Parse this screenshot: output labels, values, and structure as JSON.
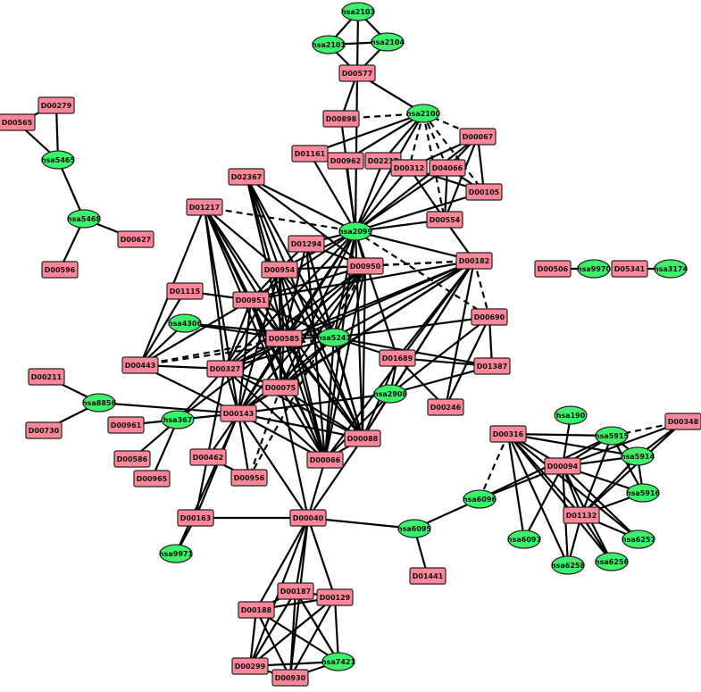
{
  "nodes": [
    {
      "id": "hsa2103",
      "type": "gene"
    },
    {
      "id": "hsa2101",
      "type": "gene"
    },
    {
      "id": "hsa2104",
      "type": "gene"
    },
    {
      "id": "D00577",
      "type": "drug"
    },
    {
      "id": "hsa2100",
      "type": "gene"
    },
    {
      "id": "D00898",
      "type": "drug"
    },
    {
      "id": "D00067",
      "type": "drug"
    },
    {
      "id": "D01161",
      "type": "drug"
    },
    {
      "id": "D00962",
      "type": "drug"
    },
    {
      "id": "D02217",
      "type": "drug"
    },
    {
      "id": "D00312",
      "type": "drug"
    },
    {
      "id": "D04066",
      "type": "drug"
    },
    {
      "id": "D00105",
      "type": "drug"
    },
    {
      "id": "D02367",
      "type": "drug"
    },
    {
      "id": "D01217",
      "type": "drug"
    },
    {
      "id": "D00554",
      "type": "drug"
    },
    {
      "id": "hsa2099",
      "type": "gene"
    },
    {
      "id": "D01294",
      "type": "drug"
    },
    {
      "id": "D00182",
      "type": "drug"
    },
    {
      "id": "D00954",
      "type": "drug"
    },
    {
      "id": "D00950",
      "type": "drug"
    },
    {
      "id": "D00279",
      "type": "drug"
    },
    {
      "id": "D00565",
      "type": "drug"
    },
    {
      "id": "hsa5465",
      "type": "gene"
    },
    {
      "id": "hsa5468",
      "type": "gene"
    },
    {
      "id": "D00627",
      "type": "drug"
    },
    {
      "id": "D00596",
      "type": "drug"
    },
    {
      "id": "D00506",
      "type": "drug"
    },
    {
      "id": "hsa9970",
      "type": "gene"
    },
    {
      "id": "D05341",
      "type": "drug"
    },
    {
      "id": "hsa3174",
      "type": "gene"
    },
    {
      "id": "D01115",
      "type": "drug"
    },
    {
      "id": "D00951",
      "type": "drug"
    },
    {
      "id": "hsa4306",
      "type": "gene"
    },
    {
      "id": "D00690",
      "type": "drug"
    },
    {
      "id": "D00585",
      "type": "drug"
    },
    {
      "id": "hsa5241",
      "type": "gene"
    },
    {
      "id": "D00443",
      "type": "drug"
    },
    {
      "id": "D00327",
      "type": "drug"
    },
    {
      "id": "D01689",
      "type": "drug"
    },
    {
      "id": "D01387",
      "type": "drug"
    },
    {
      "id": "D00211",
      "type": "drug"
    },
    {
      "id": "D00075",
      "type": "drug"
    },
    {
      "id": "hsa2908",
      "type": "gene"
    },
    {
      "id": "hsa8856",
      "type": "gene"
    },
    {
      "id": "D00246",
      "type": "drug"
    },
    {
      "id": "D00730",
      "type": "drug"
    },
    {
      "id": "D00143",
      "type": "drug"
    },
    {
      "id": "D00961",
      "type": "drug"
    },
    {
      "id": "hsa367",
      "type": "gene"
    },
    {
      "id": "D00088",
      "type": "drug"
    },
    {
      "id": "hsa190",
      "type": "gene"
    },
    {
      "id": "D00316",
      "type": "drug"
    },
    {
      "id": "hsa5915",
      "type": "gene"
    },
    {
      "id": "D00348",
      "type": "drug"
    },
    {
      "id": "D00462",
      "type": "drug"
    },
    {
      "id": "D00586",
      "type": "drug"
    },
    {
      "id": "D00066",
      "type": "drug"
    },
    {
      "id": "D00965",
      "type": "drug"
    },
    {
      "id": "D00956",
      "type": "drug"
    },
    {
      "id": "D00094",
      "type": "drug"
    },
    {
      "id": "hsa5914",
      "type": "gene"
    },
    {
      "id": "hsa6096",
      "type": "gene"
    },
    {
      "id": "hsa5916",
      "type": "gene"
    },
    {
      "id": "D00163",
      "type": "drug"
    },
    {
      "id": "D00040",
      "type": "drug"
    },
    {
      "id": "hsa6095",
      "type": "gene"
    },
    {
      "id": "D01132",
      "type": "drug"
    },
    {
      "id": "hsa9971",
      "type": "gene"
    },
    {
      "id": "hsa6097",
      "type": "gene"
    },
    {
      "id": "hsa6257",
      "type": "gene"
    },
    {
      "id": "D01441",
      "type": "drug"
    },
    {
      "id": "hsa6258",
      "type": "gene"
    },
    {
      "id": "hsa6256",
      "type": "gene"
    },
    {
      "id": "D00187",
      "type": "drug"
    },
    {
      "id": "D00129",
      "type": "drug"
    },
    {
      "id": "D00188",
      "type": "drug"
    },
    {
      "id": "hsa7421",
      "type": "gene"
    },
    {
      "id": "D00299",
      "type": "drug"
    },
    {
      "id": "D00930",
      "type": "drug"
    }
  ],
  "edges": [
    [
      "hsa2103",
      "hsa2101"
    ],
    [
      "hsa2103",
      "hsa2104"
    ],
    [
      "hsa2103",
      "D00577"
    ],
    [
      "hsa2101",
      "hsa2104"
    ],
    [
      "hsa2101",
      "D00577"
    ],
    [
      "hsa2104",
      "D00577"
    ],
    [
      "D00577",
      "hsa2100"
    ],
    [
      "D00577",
      "D00898"
    ],
    [
      "D00577",
      "hsa2099"
    ],
    [
      "hsa2100",
      "D00898",
      "dashed"
    ],
    [
      "hsa2100",
      "D00067",
      "dashed"
    ],
    [
      "hsa2100",
      "D01161"
    ],
    [
      "hsa2100",
      "D00962"
    ],
    [
      "hsa2100",
      "D02217"
    ],
    [
      "hsa2100",
      "D00312",
      "dashed"
    ],
    [
      "hsa2100",
      "D04066",
      "dashed"
    ],
    [
      "hsa2100",
      "D00105",
      "dashed"
    ],
    [
      "hsa2100",
      "D00554",
      "dashed"
    ],
    [
      "hsa2100",
      "hsa2099"
    ],
    [
      "D00067",
      "D04066"
    ],
    [
      "D00067",
      "D00105"
    ],
    [
      "D00067",
      "D00312"
    ],
    [
      "D00067",
      "D00554"
    ],
    [
      "D00312",
      "D00105"
    ],
    [
      "D04066",
      "D00105"
    ],
    [
      "D04066",
      "D00554"
    ],
    [
      "D00312",
      "D00554"
    ],
    [
      "D00554",
      "D00182"
    ],
    [
      "D00898",
      "hsa2099"
    ],
    [
      "D01161",
      "hsa2099"
    ],
    [
      "D00962",
      "hsa2099"
    ],
    [
      "D02217",
      "hsa2099"
    ],
    [
      "D00312",
      "hsa2099"
    ],
    [
      "D04066",
      "hsa2099"
    ],
    [
      "D00105",
      "hsa2099"
    ],
    [
      "D00554",
      "hsa2099"
    ],
    [
      "D00067",
      "hsa2099"
    ],
    [
      "D02367",
      "hsa2099"
    ],
    [
      "D01217",
      "hsa2099",
      "dashed"
    ],
    [
      "hsa2099",
      "D01294"
    ],
    [
      "hsa2099",
      "D00182"
    ],
    [
      "hsa2099",
      "D00954"
    ],
    [
      "hsa2099",
      "D00950"
    ],
    [
      "hsa2099",
      "D00951"
    ],
    [
      "hsa2099",
      "D00585"
    ],
    [
      "hsa2099",
      "hsa5241"
    ],
    [
      "hsa2099",
      "D00327"
    ],
    [
      "hsa2099",
      "D00143"
    ],
    [
      "hsa2099",
      "D00075"
    ],
    [
      "hsa2099",
      "D00088"
    ],
    [
      "hsa2099",
      "D00066"
    ],
    [
      "hsa2099",
      "D00690",
      "dashed"
    ],
    [
      "hsa2099",
      "D01689"
    ],
    [
      "D02367",
      "D00954"
    ],
    [
      "D02367",
      "D00950"
    ],
    [
      "D02367",
      "D00585"
    ],
    [
      "D02367",
      "hsa5241"
    ],
    [
      "D02367",
      "D00088"
    ],
    [
      "D02367",
      "D00066"
    ],
    [
      "D01217",
      "D00443"
    ],
    [
      "D01217",
      "D00951"
    ],
    [
      "D01217",
      "D00585"
    ],
    [
      "D01217",
      "D00327"
    ],
    [
      "D01217",
      "D00075"
    ],
    [
      "D01217",
      "D00143"
    ],
    [
      "D01217",
      "D00066"
    ],
    [
      "D01217",
      "D00088"
    ],
    [
      "D01217",
      "D00954"
    ],
    [
      "D00182",
      "D00954",
      "dashed"
    ],
    [
      "D00182",
      "D00950",
      "dashed"
    ],
    [
      "D00182",
      "D00951"
    ],
    [
      "D00182",
      "D00585"
    ],
    [
      "D00182",
      "hsa5241"
    ],
    [
      "D00182",
      "D00327"
    ],
    [
      "D00182",
      "D00075"
    ],
    [
      "D00182",
      "D00143"
    ],
    [
      "D00182",
      "D01689"
    ],
    [
      "D00182",
      "hsa2908"
    ],
    [
      "D00182",
      "D00066"
    ],
    [
      "D00182",
      "D00088"
    ],
    [
      "D00182",
      "D00690",
      "dashed"
    ],
    [
      "D00182",
      "D00246"
    ],
    [
      "D01294",
      "D00954"
    ],
    [
      "D01294",
      "D00950"
    ],
    [
      "D01294",
      "D00585"
    ],
    [
      "D01294",
      "hsa5241"
    ],
    [
      "D01294",
      "D00088"
    ],
    [
      "D01294",
      "D00066"
    ],
    [
      "D00954",
      "D00950"
    ],
    [
      "D00954",
      "D00951"
    ],
    [
      "D00954",
      "D00585"
    ],
    [
      "D00954",
      "hsa5241"
    ],
    [
      "D00954",
      "D00327"
    ],
    [
      "D00954",
      "D00075"
    ],
    [
      "D00954",
      "D00143"
    ],
    [
      "D00954",
      "D00066"
    ],
    [
      "D00954",
      "D00088"
    ],
    [
      "D00950",
      "D00951"
    ],
    [
      "D00950",
      "D00585"
    ],
    [
      "D00950",
      "hsa5241"
    ],
    [
      "D00950",
      "D00327"
    ],
    [
      "D00950",
      "D00075"
    ],
    [
      "D00950",
      "D00143"
    ],
    [
      "D00950",
      "D00066"
    ],
    [
      "D00950",
      "D00088"
    ],
    [
      "D00950",
      "D00956",
      "dashed"
    ],
    [
      "D00279",
      "D00565"
    ],
    [
      "D00279",
      "hsa5465"
    ],
    [
      "D00565",
      "hsa5465"
    ],
    [
      "hsa5465",
      "hsa5468"
    ],
    [
      "hsa5468",
      "D00627"
    ],
    [
      "hsa5468",
      "D00596"
    ],
    [
      "D00506",
      "hsa9970"
    ],
    [
      "D05341",
      "hsa3174"
    ],
    [
      "D01115",
      "D00443"
    ],
    [
      "D01115",
      "D00951"
    ],
    [
      "hsa4306",
      "D00443"
    ],
    [
      "hsa4306",
      "D00585"
    ],
    [
      "hsa4306",
      "hsa5241"
    ],
    [
      "D00951",
      "D00443"
    ],
    [
      "D00951",
      "D00585"
    ],
    [
      "D00951",
      "hsa5241"
    ],
    [
      "D00951",
      "D00327"
    ],
    [
      "D00951",
      "D00075"
    ],
    [
      "D00951",
      "D00143"
    ],
    [
      "D00951",
      "D00066"
    ],
    [
      "D00951",
      "D00088"
    ],
    [
      "D00443",
      "D00585",
      "dashed"
    ],
    [
      "D00443",
      "hsa5241",
      "dashed"
    ],
    [
      "D00443",
      "D00327"
    ],
    [
      "D00443",
      "D00143"
    ],
    [
      "D00585",
      "hsa5241"
    ],
    [
      "D00585",
      "D00327"
    ],
    [
      "D00585",
      "D00075"
    ],
    [
      "D00585",
      "D00143"
    ],
    [
      "D00585",
      "D00066"
    ],
    [
      "D00585",
      "D00088"
    ],
    [
      "D00585",
      "hsa367"
    ],
    [
      "hsa5241",
      "D00327"
    ],
    [
      "hsa5241",
      "D00075"
    ],
    [
      "hsa5241",
      "D00143"
    ],
    [
      "hsa5241",
      "D00066"
    ],
    [
      "hsa5241",
      "D00088"
    ],
    [
      "hsa5241",
      "D01689"
    ],
    [
      "hsa5241",
      "D00690"
    ],
    [
      "hsa5241",
      "D01387"
    ],
    [
      "D00690",
      "D01387"
    ],
    [
      "D00690",
      "D00246"
    ],
    [
      "D00690",
      "hsa2908"
    ],
    [
      "D01689",
      "hsa2908"
    ],
    [
      "D01689",
      "D00246"
    ],
    [
      "D01689",
      "D01387"
    ],
    [
      "D01689",
      "D00088"
    ],
    [
      "hsa2908",
      "D00088"
    ],
    [
      "hsa2908",
      "D00066"
    ],
    [
      "hsa2908",
      "D01387"
    ],
    [
      "hsa2908",
      "D00143"
    ],
    [
      "D00327",
      "D00075"
    ],
    [
      "D00327",
      "D00143"
    ],
    [
      "D00327",
      "D00066"
    ],
    [
      "D00327",
      "D00088"
    ],
    [
      "D00327",
      "hsa367"
    ],
    [
      "D00327",
      "D00163"
    ],
    [
      "D00075",
      "D00143"
    ],
    [
      "D00075",
      "D00066"
    ],
    [
      "D00075",
      "D00088"
    ],
    [
      "D00075",
      "D00040"
    ],
    [
      "D00075",
      "D00956",
      "dashed"
    ],
    [
      "D00211",
      "hsa8856"
    ],
    [
      "D00730",
      "hsa8856"
    ],
    [
      "hsa8856",
      "D00143"
    ],
    [
      "hsa367",
      "D00143"
    ],
    [
      "hsa367",
      "D00961"
    ],
    [
      "hsa367",
      "D00586"
    ],
    [
      "hsa367",
      "D00965"
    ],
    [
      "D00143",
      "D00462"
    ],
    [
      "D00143",
      "D00066"
    ],
    [
      "D00143",
      "D00088"
    ],
    [
      "D00143",
      "D00956"
    ],
    [
      "D00143",
      "D00163"
    ],
    [
      "D00143",
      "hsa9971"
    ],
    [
      "D00143",
      "D00040"
    ],
    [
      "D00462",
      "D00956"
    ],
    [
      "D00088",
      "D00066"
    ],
    [
      "D00088",
      "D00040"
    ],
    [
      "D00066",
      "D00040"
    ],
    [
      "D00163",
      "D00040"
    ],
    [
      "D00163",
      "hsa9971"
    ],
    [
      "D00040",
      "hsa6095"
    ],
    [
      "D00040",
      "D00187"
    ],
    [
      "D00040",
      "D00129"
    ],
    [
      "D00040",
      "D00188"
    ],
    [
      "D00040",
      "D00299"
    ],
    [
      "D00040",
      "D00930"
    ],
    [
      "hsa6095",
      "D01441"
    ],
    [
      "hsa6095",
      "hsa6096"
    ],
    [
      "hsa6096",
      "D00316",
      "dashed"
    ],
    [
      "hsa6096",
      "D00094"
    ],
    [
      "hsa6096",
      "hsa5915"
    ],
    [
      "hsa190",
      "D00094"
    ],
    [
      "D00316",
      "hsa5915"
    ],
    [
      "D00316",
      "hsa5914"
    ],
    [
      "D00316",
      "D00094"
    ],
    [
      "D00316",
      "D01132"
    ],
    [
      "D00316",
      "hsa6097"
    ],
    [
      "D00316",
      "hsa6258"
    ],
    [
      "D00316",
      "hsa6256"
    ],
    [
      "D00316",
      "hsa6257"
    ],
    [
      "D00348",
      "hsa5915",
      "dashed"
    ],
    [
      "D00348",
      "D00094"
    ],
    [
      "D00348",
      "hsa5914"
    ],
    [
      "D00348",
      "D01132"
    ],
    [
      "hsa5915",
      "D00094"
    ],
    [
      "hsa5915",
      "hsa5914"
    ],
    [
      "hsa5915",
      "hsa5916"
    ],
    [
      "hsa5915",
      "D01132"
    ],
    [
      "D00094",
      "hsa5914"
    ],
    [
      "D00094",
      "hsa5916"
    ],
    [
      "D00094",
      "D01132"
    ],
    [
      "D00094",
      "hsa6097"
    ],
    [
      "D00094",
      "hsa6258"
    ],
    [
      "D00094",
      "hsa6256"
    ],
    [
      "D00094",
      "hsa6257"
    ],
    [
      "hsa5914",
      "hsa5916"
    ],
    [
      "hsa5914",
      "D01132"
    ],
    [
      "D01132",
      "hsa6258"
    ],
    [
      "D01132",
      "hsa6256"
    ],
    [
      "D01132",
      "hsa6257"
    ],
    [
      "D01132",
      "hsa5916"
    ],
    [
      "D00187",
      "D00129"
    ],
    [
      "D00187",
      "D00188"
    ],
    [
      "D00187",
      "hsa7421"
    ],
    [
      "D00187",
      "D00299"
    ],
    [
      "D00187",
      "D00930"
    ],
    [
      "D00129",
      "D00188"
    ],
    [
      "D00129",
      "hsa7421"
    ],
    [
      "D00129",
      "D00299"
    ],
    [
      "D00129",
      "D00930"
    ],
    [
      "D00188",
      "hsa7421"
    ],
    [
      "D00188",
      "D00299"
    ],
    [
      "D00188",
      "D00930"
    ],
    [
      "hsa7421",
      "D00299"
    ],
    [
      "hsa7421",
      "D00930"
    ],
    [
      "D00299",
      "D00930"
    ]
  ],
  "colors": {
    "drug": "#ff8799",
    "gene": "#3df26a",
    "edge": "#000000"
  }
}
